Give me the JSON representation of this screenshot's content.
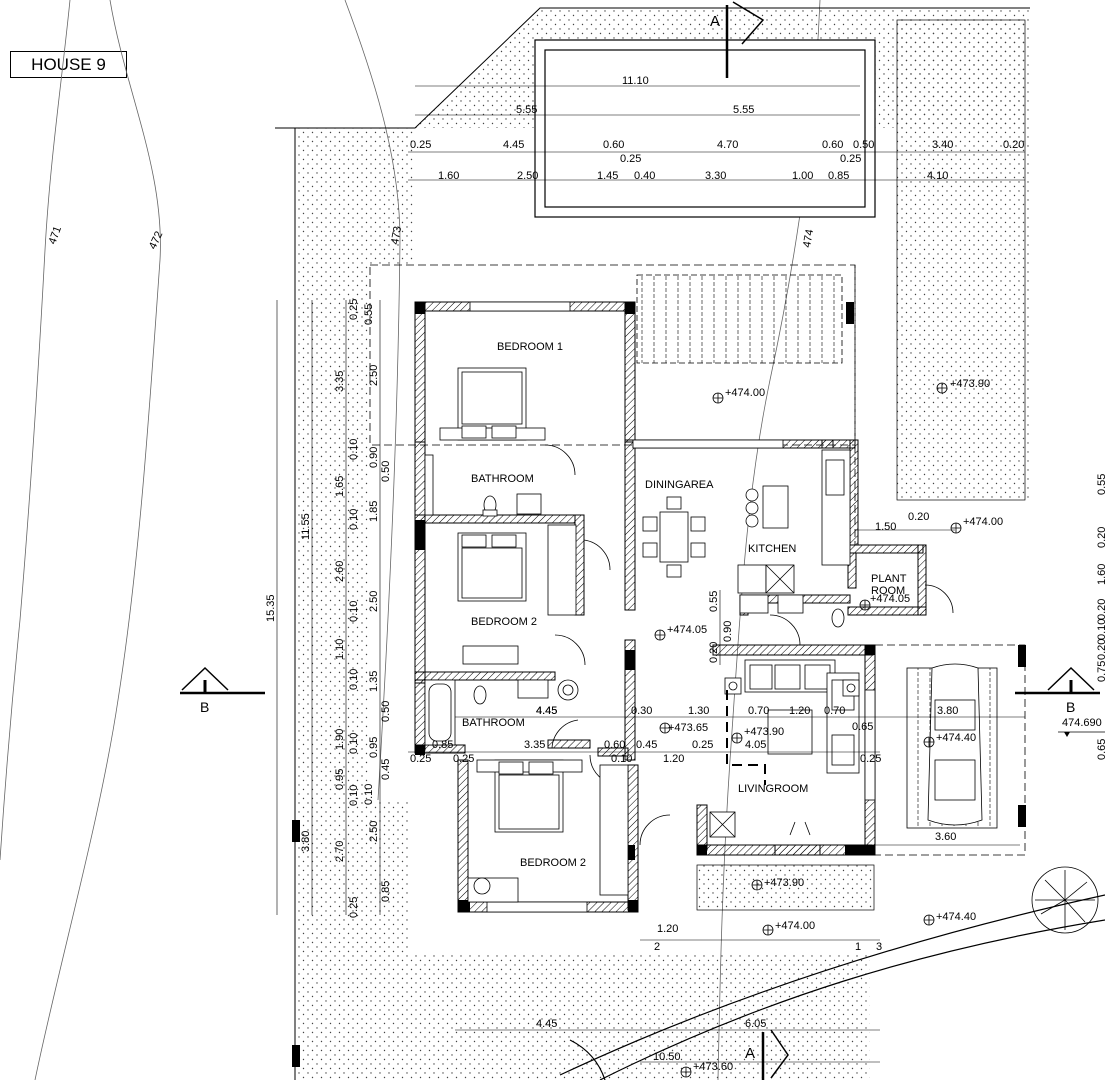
{
  "title": "HOUSE 9",
  "section_marks": {
    "a": "A",
    "b": "B"
  },
  "contours": [
    "471",
    "472",
    "473",
    "474"
  ],
  "rooms": {
    "bedroom1": "BEDROOM 1",
    "bathroom_top": "BATHROOM",
    "bedroom2_mid": "BEDROOM 2",
    "bathroom_lower": "BATHROOM",
    "bedroom2_bottom": "BEDROOM 2",
    "dining": "DININGAREA",
    "kitchen": "KITCHEN",
    "plant_room_1": "PLANT",
    "plant_room_2": "ROOM",
    "living": "LIVINGROOM"
  },
  "levels": {
    "terrace": "+474.00",
    "east_garden": "+473.90",
    "plant_outside": "+474.00",
    "plant_room": "+474.05",
    "hall": "+474.05",
    "living_front": "+473.90",
    "front_a": "+474.00",
    "front_b": "+474.40",
    "road_a": "+474.40",
    "road_b": "474.690",
    "entry_a": "+473.65",
    "entry_b": "+473.90",
    "bottom": "+473.60"
  },
  "dims_top": {
    "pool_total": "11.10",
    "pool_half_a": "5.55",
    "pool_half_b": "5.55",
    "r1": [
      "0.25",
      "4.45",
      "0.60",
      "0.25",
      "4.70",
      "0.60",
      "0.50",
      "0.25",
      "3.40",
      "0.20"
    ],
    "r2": [
      "1.60",
      "2.50",
      "1.45",
      "0.40",
      "3.30",
      "1.00",
      "0.85",
      "4.10"
    ]
  },
  "dims_left": {
    "total": "15.35",
    "a": [
      "11.55",
      "3.80"
    ],
    "b": [
      "3.35",
      "1.65",
      "2.60",
      "1.10",
      "1.90",
      "0.95",
      "2.70"
    ],
    "c": [
      "0.25",
      "2.50",
      "0.10",
      "0.90",
      "0.10",
      "1.85",
      "0.10",
      "2.50",
      "0.10",
      "1.35",
      "0.10",
      "0.95",
      "0.10",
      "2.50",
      "0.85",
      "0.25"
    ],
    "d": [
      "0.55",
      "0.50",
      "0.50",
      "0.45",
      "0.10"
    ]
  },
  "dims_inner": [
    "1.50",
    "0.20",
    "0.55",
    "0.90",
    "0.20",
    "3.60",
    "1.20"
  ],
  "dims_bottom": {
    "r1": [
      "4.45",
      "0.30",
      "1.30",
      "0.70",
      "1.20",
      "0.70",
      "3.80",
      "0.65"
    ],
    "r2": [
      "0.85",
      "3.35",
      "0.60",
      "0.45",
      "0.25",
      "4.05",
      "0.25",
      "0.25",
      "0.10",
      "1.20",
      "0.25"
    ],
    "r3": [
      "4.45",
      "6.05",
      "10.50"
    ],
    "markers": [
      "1",
      "2",
      "3"
    ]
  },
  "right_edge": [
    "0.55",
    "0.20",
    "1.60",
    "0.20",
    "0.10",
    "0.20",
    "0.75",
    "0.65"
  ]
}
